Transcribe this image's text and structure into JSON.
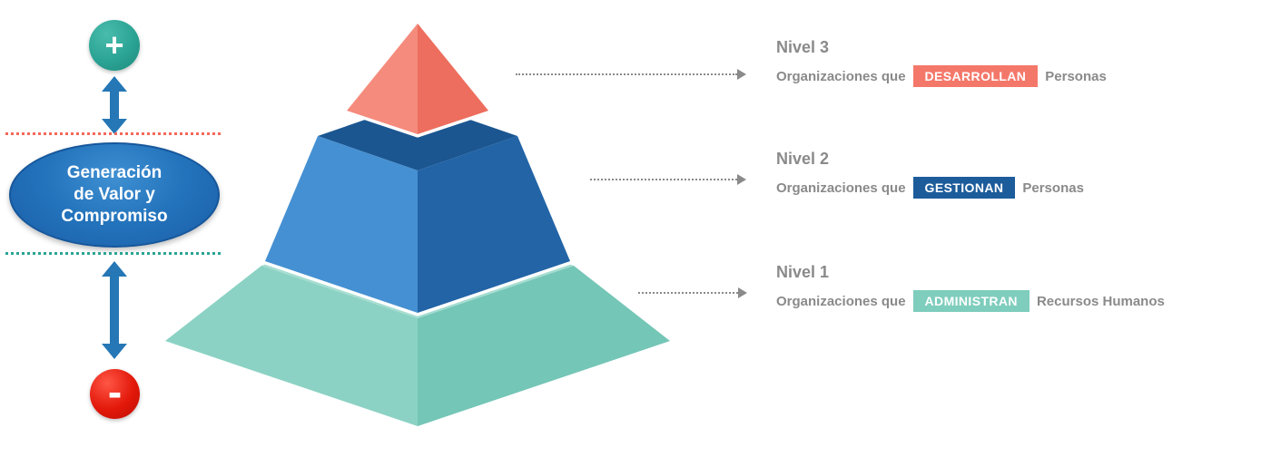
{
  "value_scale": {
    "plus": "+",
    "minus": "-",
    "label_lines": [
      "Generación",
      "de Valor y",
      "Compromiso"
    ]
  },
  "pyramid": {
    "tiers": [
      {
        "level": "Nivel 3",
        "color_left": "#F58B7C",
        "color_right": "#ED6E5E"
      },
      {
        "level": "Nivel 2",
        "color_top": "#1B5691",
        "color_left": "#4590D2",
        "color_right": "#2264A6"
      },
      {
        "level": "Nivel 1",
        "color_top": "#A6DDD1",
        "color_left": "#8BD2C4",
        "color_right": "#74C6B6"
      }
    ]
  },
  "levels": [
    {
      "title": "Nivel 3",
      "prefix": "Organizaciones que",
      "badge": "DESARROLLAN",
      "suffix": "Personas",
      "badge_color": "#F4786A"
    },
    {
      "title": "Nivel 2",
      "prefix": "Organizaciones que",
      "badge": "GESTIONAN",
      "suffix": "Personas",
      "badge_color": "#1D5C9B"
    },
    {
      "title": "Nivel 1",
      "prefix": "Organizaciones que",
      "badge": "ADMINISTRAN",
      "suffix": "Recursos Humanos",
      "badge_color": "#7ECDBD"
    }
  ],
  "colors": {
    "background": "#FFFFFF",
    "arrow_blue": "#2577B5",
    "dotted_line_top": "#F4685A",
    "dotted_line_bottom": "#2BA394",
    "connector_gray": "#8A8A8A",
    "plus_circle": "#2BA394",
    "minus_circle": "#E2180A",
    "ellipse_blue": "#2373BC",
    "label_gray": "#8A8A8A"
  }
}
